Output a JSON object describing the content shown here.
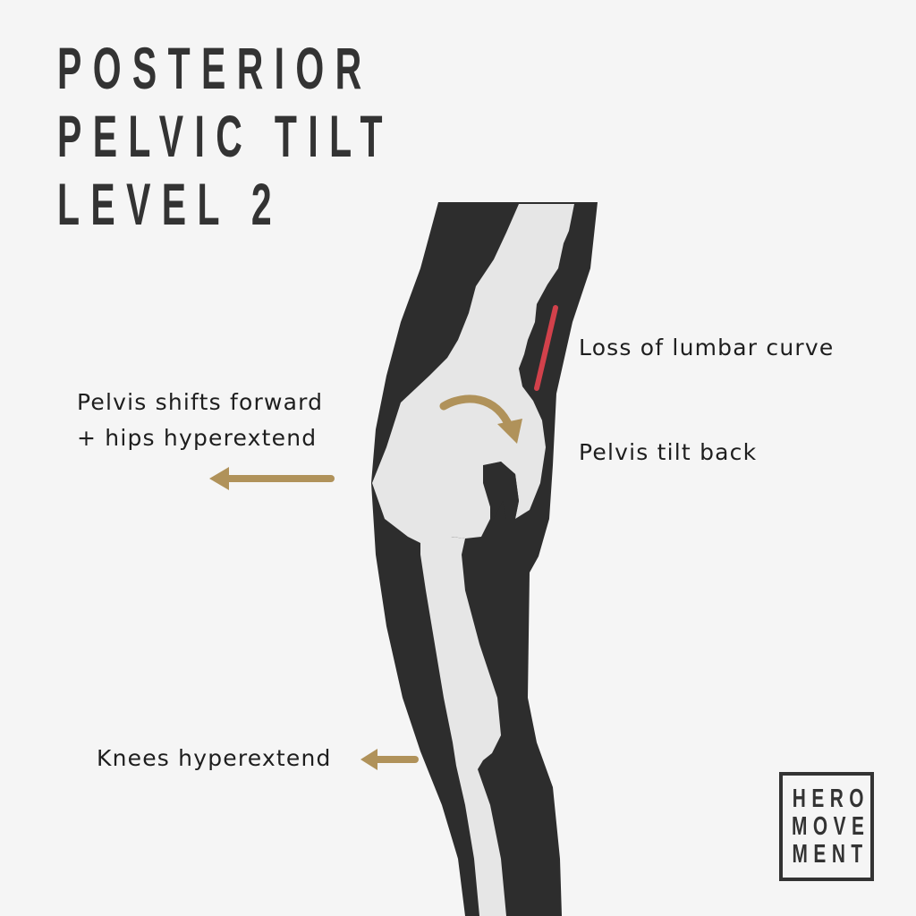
{
  "title": {
    "lines": [
      "POSTERIOR",
      "PELVIC TILT",
      "LEVEL 2"
    ]
  },
  "annotations": {
    "pelvis_shift": {
      "lines": [
        "Pelvis shifts forward",
        "+ hips hyperextend"
      ],
      "arrow_direction": "left"
    },
    "lumbar": {
      "text": "Loss of lumbar curve",
      "marker": "red-line"
    },
    "pelvis_tilt": {
      "text": "Pelvis tilt back",
      "arrow_direction": "curved-clockwise"
    },
    "knees": {
      "text": "Knees hyperextend",
      "arrow_direction": "left"
    }
  },
  "logo": {
    "lines": [
      "HERO",
      "MOVE",
      "MENT"
    ]
  },
  "colors": {
    "background": "#f5f5f5",
    "silhouette": "#2d2d2d",
    "bone": "#e6e6e6",
    "arrow": "#b0925a",
    "lumbar_marker": "#d2414b",
    "text": "#1e1e1e",
    "title": "#333333"
  }
}
